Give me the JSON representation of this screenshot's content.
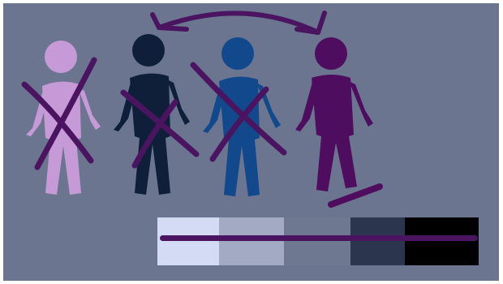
{
  "scene": {
    "figures": [
      {
        "id": "figure-1",
        "color": "#c69ad6",
        "crossed": true
      },
      {
        "id": "figure-2",
        "color": "#0f1f3a",
        "crossed": true
      },
      {
        "id": "figure-3",
        "color": "#12498c",
        "crossed": true
      },
      {
        "id": "figure-4",
        "color": "#4e0d5e",
        "crossed": false
      }
    ],
    "cross_color": "#4b1460",
    "swap_arrow_color": "#4b1460",
    "background_color": "#6b7590"
  },
  "shade_strip": {
    "swatches": [
      "#d3dcf4",
      "#a2abc3",
      "#6e7891",
      "#2c354e",
      "#000000"
    ],
    "line_color": "#4b1460"
  }
}
